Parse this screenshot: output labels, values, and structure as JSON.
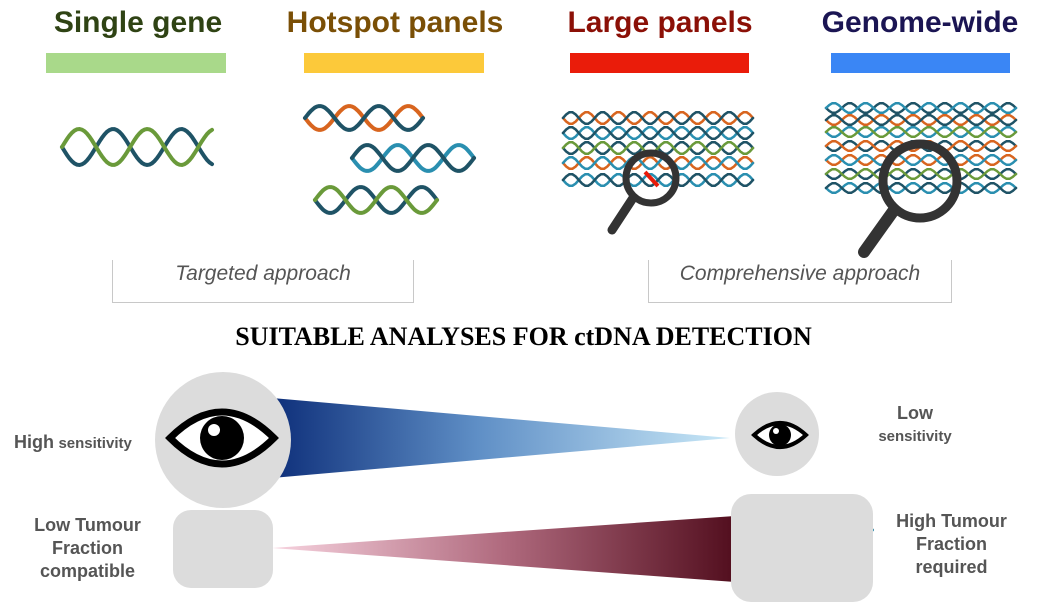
{
  "columns": [
    {
      "title": "Single gene",
      "title_color": "#2f4314",
      "bar_color": "#a9d98a"
    },
    {
      "title": "Hotspot panels",
      "title_color": "#7a4f06",
      "bar_color": "#fcc93a"
    },
    {
      "title": "Large panels",
      "title_color": "#8b1007",
      "bar_color": "#ea1c0a"
    },
    {
      "title": "Genome-wide",
      "title_color": "#1b1553",
      "bar_color": "#3a86f5"
    }
  ],
  "approaches": {
    "targeted": "Targeted approach",
    "comprehensive": "Comprehensive approach"
  },
  "heading": "SUITABLE ANALYSES FOR ctDNA DETECTION",
  "sensitivity": {
    "high_label_main": "High",
    "high_label_sub": "sensitivity",
    "low_label_main": "Low",
    "low_label_sub": "sensitivity"
  },
  "tumour_fraction": {
    "low_line1": "Low Tumour",
    "low_line2": "Fraction",
    "low_line3": "compatible",
    "high_line1": "High Tumour",
    "high_line2": "Fraction",
    "high_line3": "required"
  },
  "colors": {
    "strand_dark": "#1f5366",
    "strand_green": "#6a9a3a",
    "strand_orange": "#d8651f",
    "strand_teal": "#2a8fb0",
    "blue_wedge_dark": "#0e2f7a",
    "blue_wedge_light": "#c9e8f7",
    "red_wedge_dark": "#520e1e",
    "red_wedge_light": "#f7d3df",
    "circle_grey": "#dcdcdc"
  }
}
